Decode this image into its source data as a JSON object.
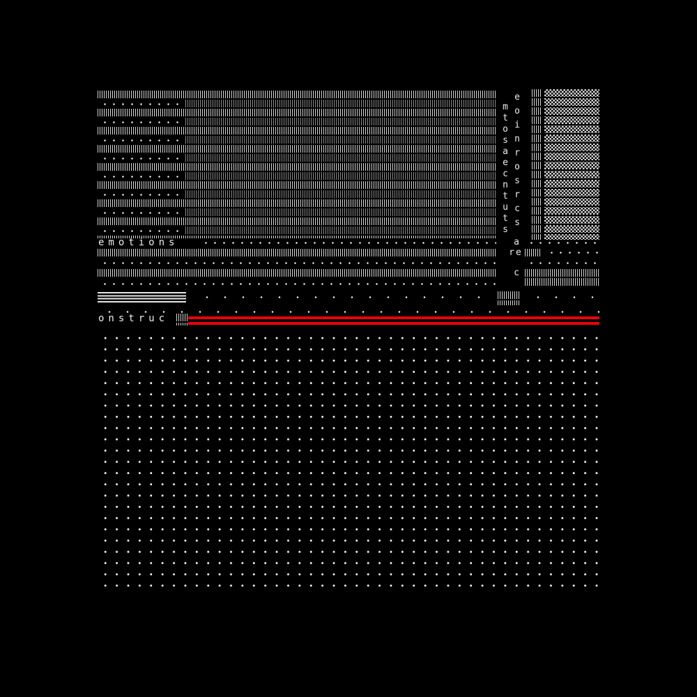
{
  "artwork": {
    "labels": {
      "emotions": "emotions",
      "onstruc": "onstruc"
    },
    "vertical_text": {
      "left_column": [
        "m",
        "t",
        "o",
        "s",
        "a",
        "e",
        "c",
        "n",
        "t",
        "u",
        "t",
        "s"
      ],
      "right_column": [
        "e",
        "o",
        "i",
        "n",
        "r",
        "o",
        "s",
        "r",
        "c",
        "s"
      ],
      "mid_a": "a",
      "mid_re": "re",
      "mid_c": "c"
    },
    "colors": {
      "background": "#000000",
      "pattern": "#d9d9d9",
      "accent_red": "#ec0008"
    }
  }
}
